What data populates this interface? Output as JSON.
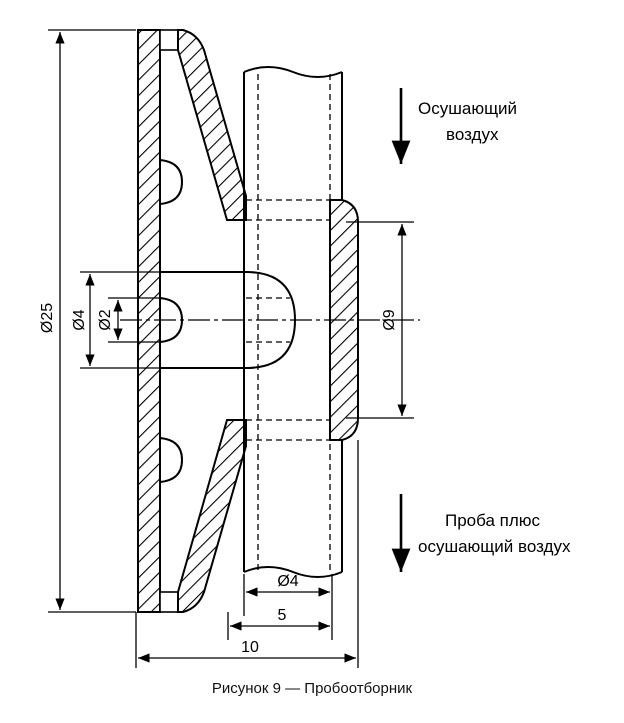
{
  "labels": {
    "flow_in_line1": "Осушающий",
    "flow_in_line2": "воздух",
    "flow_out_line1": "Проба плюс",
    "flow_out_line2": "осушающий воздух"
  },
  "dimensions": {
    "d25": "Ø25",
    "d4_left": "Ø4",
    "d2": "Ø2",
    "d9": "Ø9",
    "d4_bottom": "Ø4",
    "len5": "5",
    "len10": "10"
  },
  "caption": "Рисунок 9 — Пробоотборник"
}
